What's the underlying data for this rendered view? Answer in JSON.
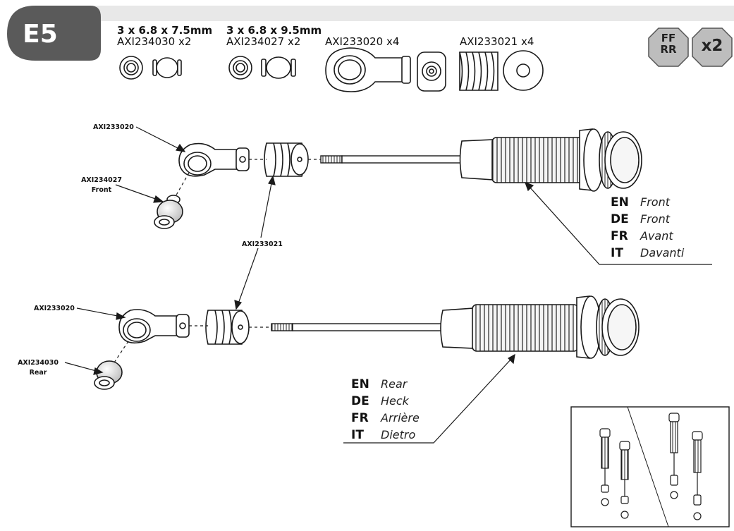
{
  "step": {
    "label": "E5"
  },
  "header_parts": [
    {
      "spec": "3 x 6.8 x 7.5mm",
      "part": "AXI234030 x2"
    },
    {
      "spec": "3 x 6.8 x 9.5mm",
      "part": "AXI234027 x2"
    },
    {
      "spec": "",
      "part": "AXI233020 x4"
    },
    {
      "spec": "",
      "part": "AXI233021 x4"
    }
  ],
  "badges": {
    "thread_lock": "FF RR",
    "quantity": "x2"
  },
  "callouts": {
    "front_rod_end": "AXI233020",
    "front_ball": "AXI234027",
    "front_ball_note": "Front",
    "boot": "AXI233021",
    "rear_rod_end": "AXI233020",
    "rear_ball": "AXI234030",
    "rear_ball_note": "Rear"
  },
  "front_labels": [
    {
      "code": "EN",
      "text": "Front"
    },
    {
      "code": "DE",
      "text": "Front"
    },
    {
      "code": "FR",
      "text": "Avant"
    },
    {
      "code": "IT",
      "text": "Davanti"
    }
  ],
  "rear_labels": [
    {
      "code": "EN",
      "text": "Rear"
    },
    {
      "code": "DE",
      "text": "Heck"
    },
    {
      "code": "FR",
      "text": "Arrière"
    },
    {
      "code": "IT",
      "text": "Dietro"
    }
  ],
  "colors": {
    "step_tab": "#5a5a5a",
    "header_band": "#e8e8e8",
    "line": "#1a1a1a",
    "badge": "#bdbdbd"
  }
}
